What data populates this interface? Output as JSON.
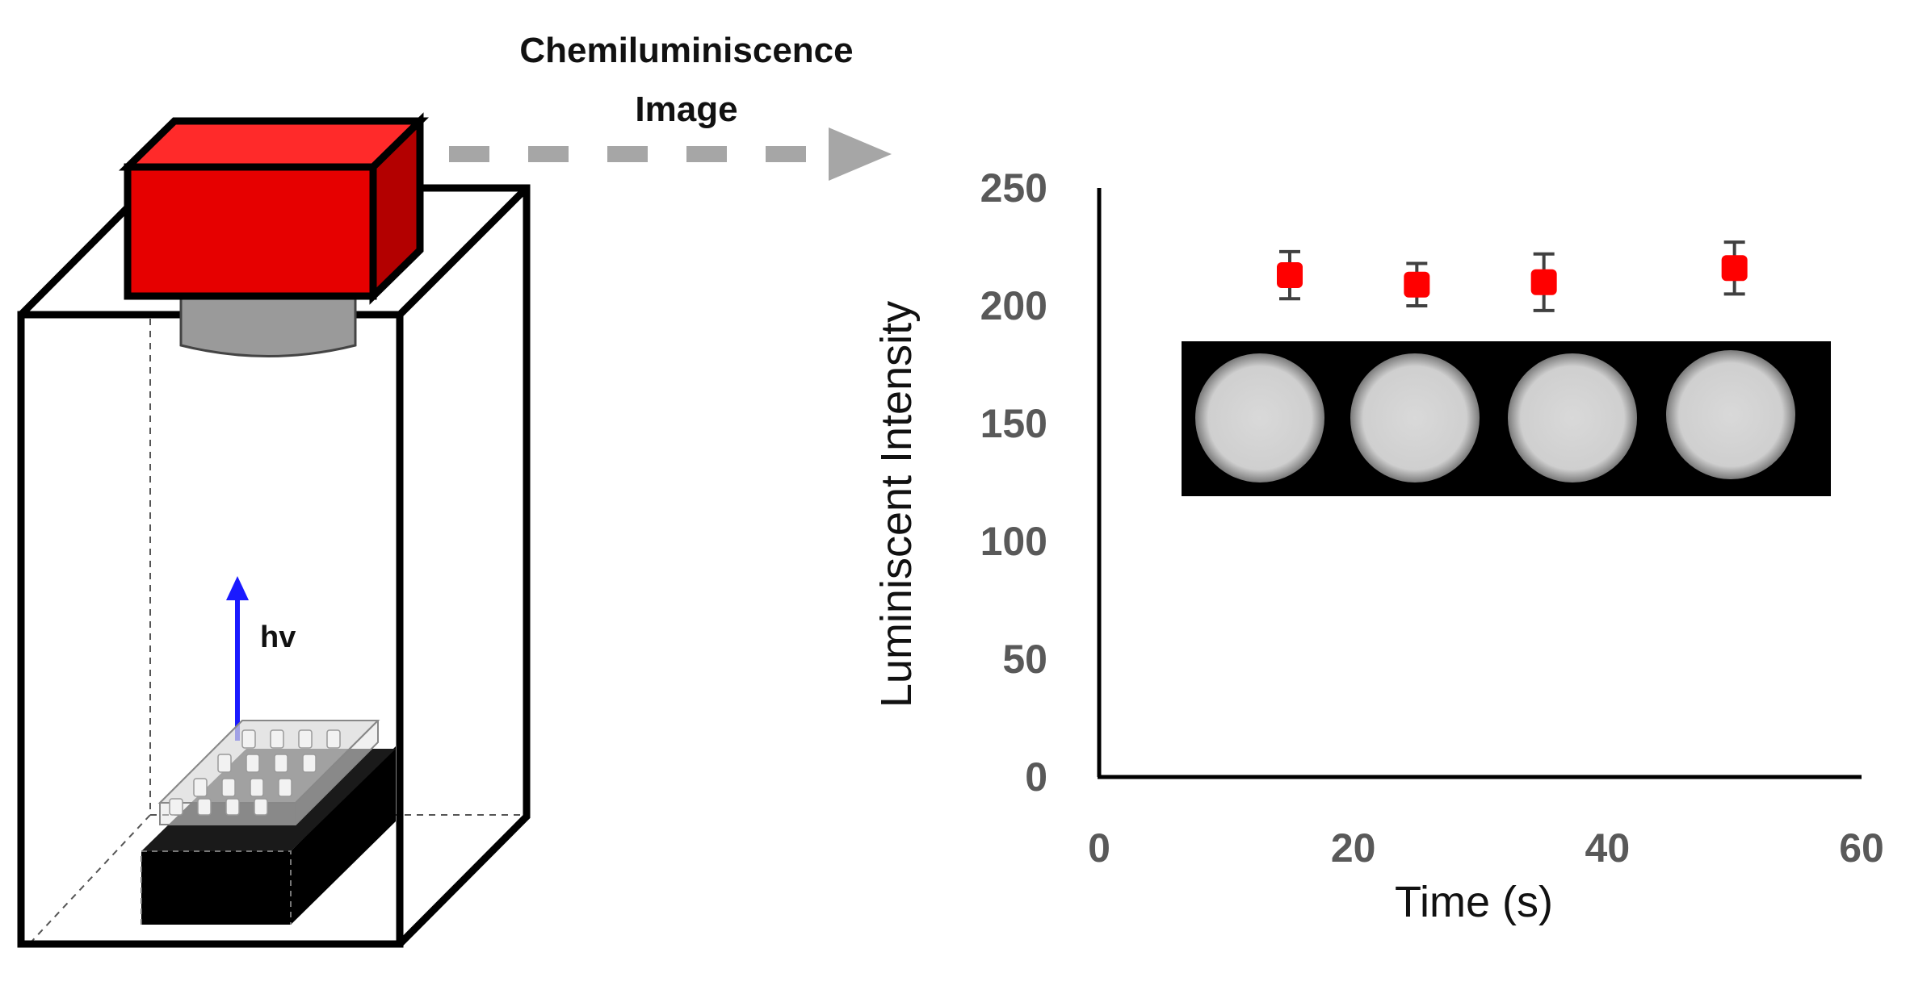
{
  "caption": {
    "line1": "Chemiluminiscence",
    "line2": "Image"
  },
  "apparatus": {
    "photon_label": "hv"
  },
  "colors": {
    "camera_red": "#e60000",
    "marker_red": "#ff0000",
    "arrow_blue": "#1a1aff",
    "dashed_arrow_gray": "#a6a6a6",
    "tick_label_gray": "#595959"
  },
  "chart_data": {
    "type": "scatter",
    "xlabel": "Time (s)",
    "ylabel": "Luminiscent Intensity",
    "xlim": [
      0,
      60
    ],
    "ylim": [
      0,
      250
    ],
    "x_ticks": [
      "0",
      "20",
      "40",
      "60"
    ],
    "y_ticks": [
      "0",
      "50",
      "100",
      "150",
      "200",
      "250"
    ],
    "grid": false,
    "points": [
      {
        "x": 15,
        "y": 213,
        "err": 10
      },
      {
        "x": 25,
        "y": 209,
        "err": 9
      },
      {
        "x": 35,
        "y": 210,
        "err": 12
      },
      {
        "x": 50,
        "y": 216,
        "err": 11
      }
    ],
    "inset": {
      "description_icon": "chemiluminescence-wells-image",
      "wells": 4
    }
  }
}
